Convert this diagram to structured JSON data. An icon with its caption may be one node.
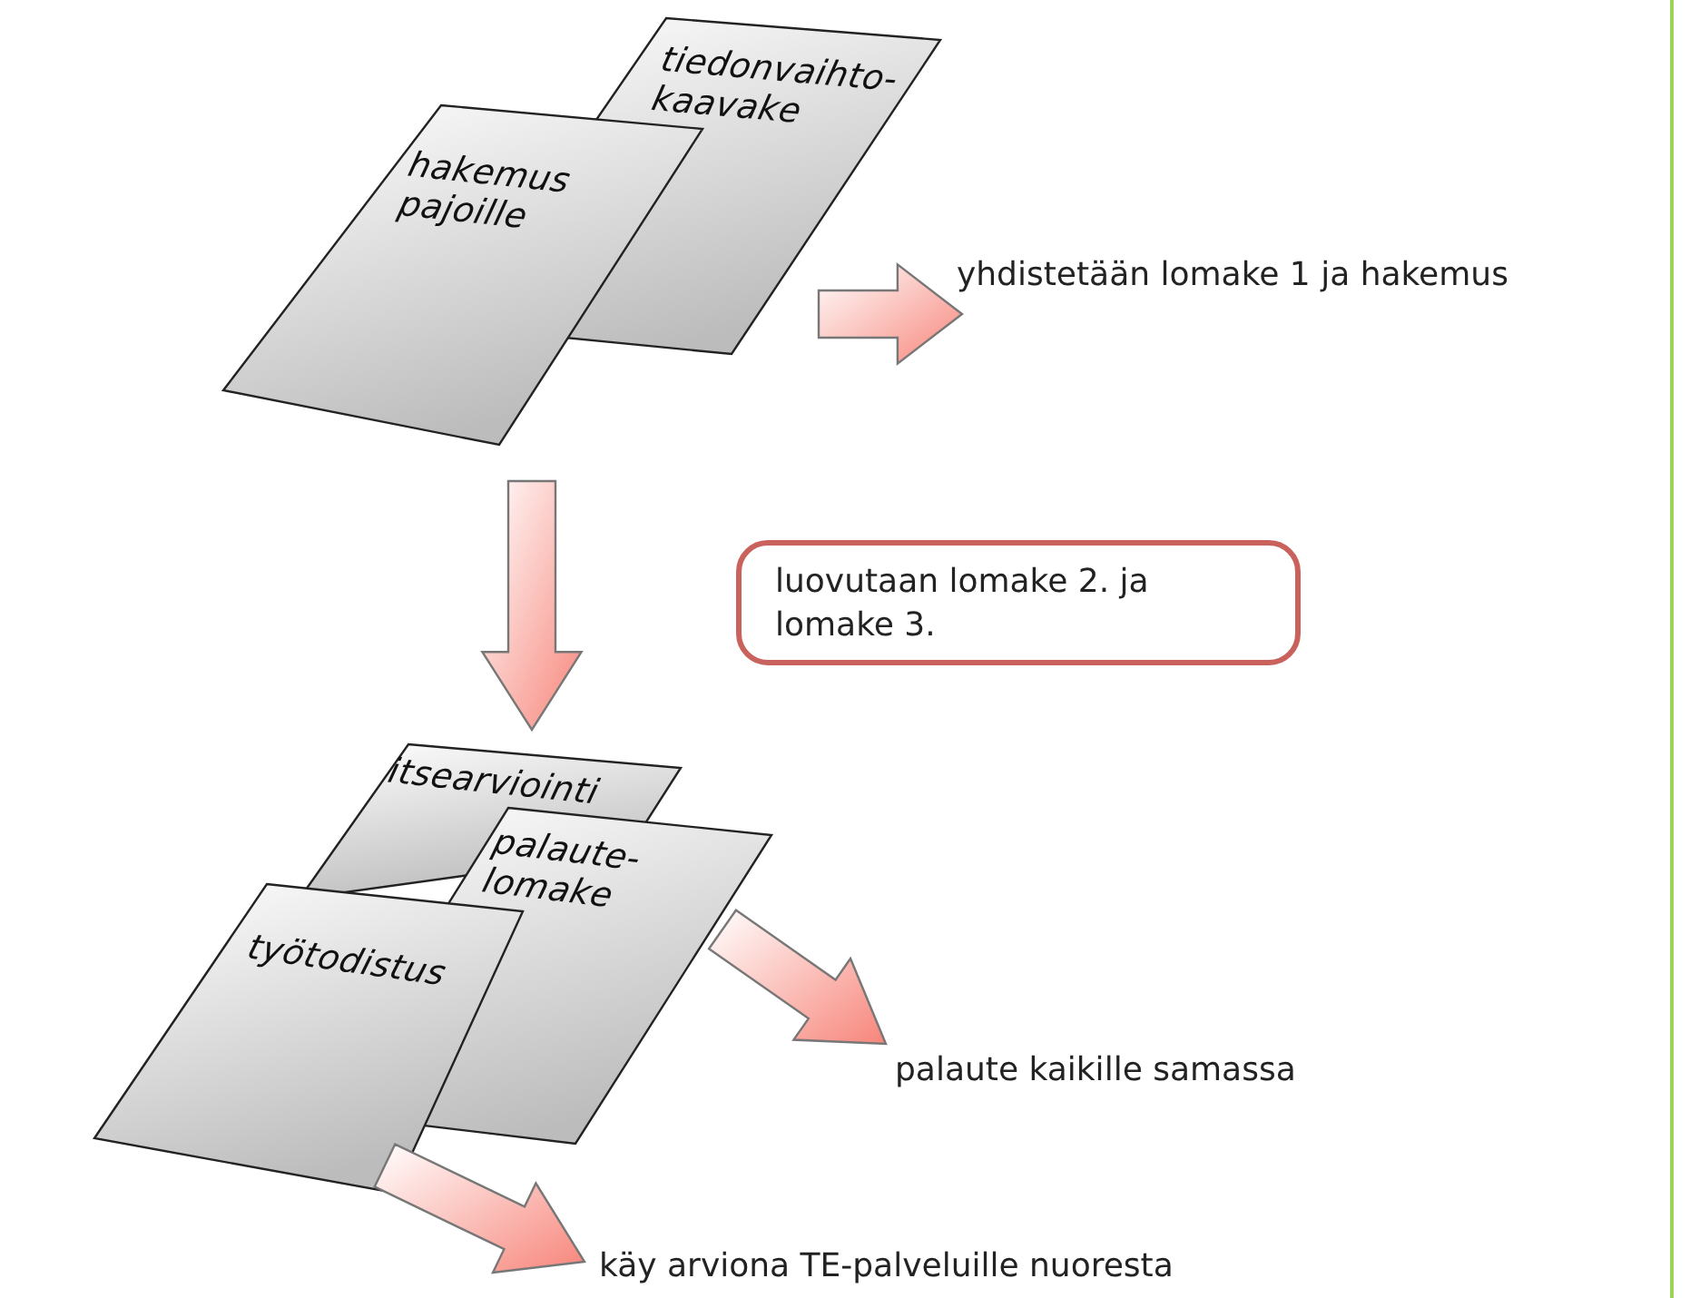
{
  "diagram": {
    "nodes": [
      {
        "text": [
          "tiedonvaihto- kaavake"
        ]
      },
      {
        "text": [
          "hakemus pajoille"
        ]
      },
      {
        "text": [
          "yhdistetään lomake 1 ja hakemus"
        ]
      },
      {
        "text": [
          "luovutaan lomake 2. ja lomake 3."
        ]
      },
      {
        "text": [
          "itsearviointi"
        ]
      },
      {
        "text": [
          "palaute- lomake"
        ]
      },
      {
        "text": [
          "työtodistus"
        ]
      },
      {
        "text": [
          "palaute kaikille samassa"
        ]
      },
      {
        "text": [
          "käy arviona TE-palveluille nuoresta"
        ]
      }
    ],
    "edges": [
      {
        "from": 0,
        "to": 2,
        "arrow": "to",
        "style": "thick"
      },
      {
        "from": 1,
        "to": 4,
        "arrow": "to",
        "style": "thick"
      },
      {
        "from": 5,
        "to": 7,
        "arrow": "to",
        "style": "thick"
      },
      {
        "from": 6,
        "to": 8,
        "arrow": "to",
        "style": "thick"
      }
    ]
  }
}
